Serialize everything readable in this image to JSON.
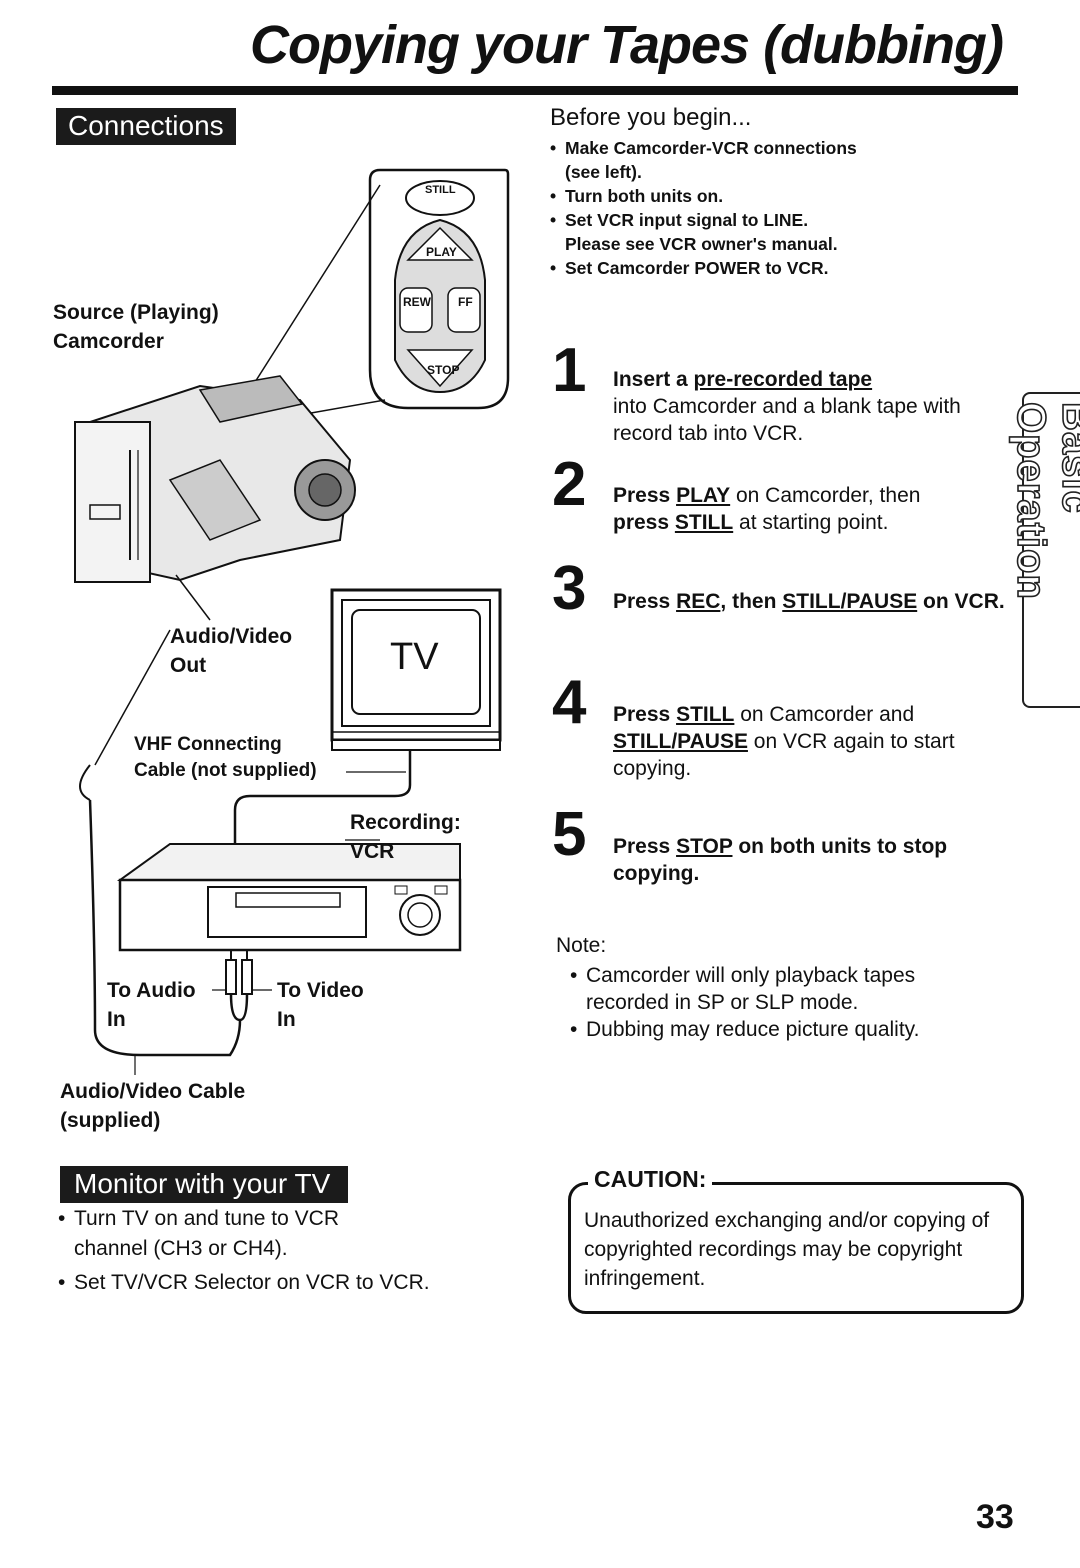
{
  "title": "Copying your Tapes (dubbing)",
  "connections": {
    "heading": "Connections",
    "source_label_1": "Source (Playing)",
    "source_label_2": "Camcorder",
    "av_out_1": "Audio/Video",
    "av_out_2": "Out",
    "vhf_1": "VHF Connecting",
    "vhf_2": "Cable (not supplied)",
    "recording_1": "Recording:",
    "recording_2": "VCR",
    "to_audio_1": "To Audio",
    "to_audio_2": "In",
    "to_video_1": "To Video",
    "to_video_2": "In",
    "av_cable_1": "Audio/Video Cable",
    "av_cable_2": "(supplied)",
    "tv_label": "TV",
    "buttons": {
      "still": "STILL",
      "play": "PLAY",
      "rew": "REW",
      "ff": "FF",
      "stop": "STOP"
    }
  },
  "before": {
    "heading": "Before you begin...",
    "items": [
      "Make Camcorder-VCR connections",
      "Turn both units on.",
      "Set VCR input signal to LINE.",
      "Set Camcorder POWER to VCR."
    ],
    "item0_cont": "(see left).",
    "item2_cont": "Please see VCR owner's manual."
  },
  "steps": [
    {
      "num": "1",
      "a": "Insert a ",
      "b": "pre-recorded tape",
      "c": "into Camcorder and a blank tape with record tab into VCR."
    },
    {
      "num": "2",
      "a": "Press ",
      "b": "PLAY",
      "c": " on Camcorder, then",
      "d": "press ",
      "e": "STILL",
      "f": " at starting point."
    },
    {
      "num": "3",
      "a": "Press ",
      "b": "REC",
      "c": ", then ",
      "d": "STILL/PAUSE",
      "e": " on VCR."
    },
    {
      "num": "4",
      "a": "Press ",
      "b": "STILL",
      "c": " on Camcorder and",
      "d": "STILL/PAUSE",
      "e": " on VCR again to start copying."
    },
    {
      "num": "5",
      "a": "Press ",
      "b": "STOP",
      "c": " on both units to stop copying."
    }
  ],
  "note": {
    "heading": "Note:",
    "items": [
      "Camcorder will only playback tapes recorded in SP or SLP mode.",
      "Dubbing may reduce picture quality."
    ]
  },
  "monitor": {
    "heading": "Monitor with your TV",
    "items": [
      "Turn TV on and tune to VCR channel (CH3 or CH4).",
      "Set TV/VCR Selector on VCR to VCR."
    ]
  },
  "caution": {
    "label": "CAUTION:",
    "text": "Unauthorized exchanging and/or copying of copyrighted recordings may be copyright infringement."
  },
  "side_tab": "Basic Operation",
  "page_number": "33"
}
